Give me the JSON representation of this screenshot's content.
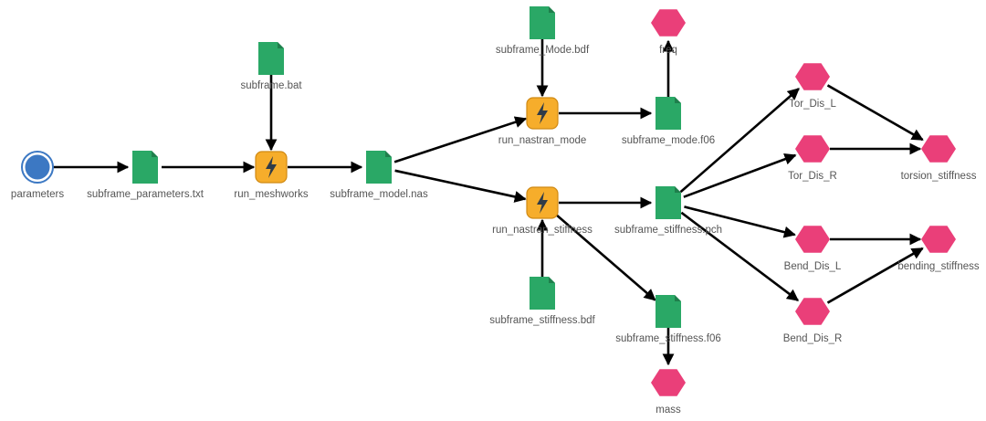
{
  "colors": {
    "file": "#2aa866",
    "file_fold": "#1f7f4c",
    "process": "#f6ad2b",
    "process_border": "#d08a14",
    "process_bolt": "#2f3b48",
    "output": "#ea3f79",
    "parameter": "#3c78c3",
    "edge": "#000000",
    "label": "#555555"
  },
  "nodes": [
    {
      "id": "parameters",
      "type": "parameter",
      "label": "parameters",
      "icon": "circle-icon"
    },
    {
      "id": "subframe_parameters_txt",
      "type": "file",
      "label": "subframe_parameters.txt",
      "icon": "file-icon"
    },
    {
      "id": "subframe_bat",
      "type": "file",
      "label": "subframe.bat",
      "icon": "file-icon"
    },
    {
      "id": "run_meshworks",
      "type": "process",
      "label": "run_meshworks",
      "icon": "lightning-icon"
    },
    {
      "id": "subframe_model_nas",
      "type": "file",
      "label": "subframe_model.nas",
      "icon": "file-icon"
    },
    {
      "id": "subframe_mode_bdf",
      "type": "file",
      "label": "subframe_Mode.bdf",
      "icon": "file-icon"
    },
    {
      "id": "run_nastran_mode",
      "type": "process",
      "label": "run_nastran_mode",
      "icon": "lightning-icon"
    },
    {
      "id": "subframe_mode_f06",
      "type": "file",
      "label": "subframe_mode.f06",
      "icon": "file-icon"
    },
    {
      "id": "freq",
      "type": "output",
      "label": "freq",
      "icon": "hexagon-icon"
    },
    {
      "id": "run_nastran_stiffness",
      "type": "process",
      "label": "run_nastran_stiffness",
      "icon": "lightning-icon"
    },
    {
      "id": "subframe_stiffness_bdf",
      "type": "file",
      "label": "subframe_stiffness.bdf",
      "icon": "file-icon"
    },
    {
      "id": "subframe_stiffness_pch",
      "type": "file",
      "label": "subframe_stiffness.pch",
      "icon": "file-icon"
    },
    {
      "id": "subframe_stiffness_f06",
      "type": "file",
      "label": "subframe_stiffness.f06",
      "icon": "file-icon"
    },
    {
      "id": "mass",
      "type": "output",
      "label": "mass",
      "icon": "hexagon-icon"
    },
    {
      "id": "tor_dis_l",
      "type": "output",
      "label": "Tor_Dis_L",
      "icon": "hexagon-icon"
    },
    {
      "id": "tor_dis_r",
      "type": "output",
      "label": "Tor_Dis_R",
      "icon": "hexagon-icon"
    },
    {
      "id": "torsion_stiffness",
      "type": "output",
      "label": "torsion_stiffness",
      "icon": "hexagon-icon"
    },
    {
      "id": "bend_dis_l",
      "type": "output",
      "label": "Bend_Dis_L",
      "icon": "hexagon-icon"
    },
    {
      "id": "bend_dis_r",
      "type": "output",
      "label": "Bend_Dis_R",
      "icon": "hexagon-icon"
    },
    {
      "id": "bending_stiffness",
      "type": "output",
      "label": "bending_stiffness",
      "icon": "hexagon-icon"
    }
  ],
  "edges": [
    {
      "from": "parameters",
      "to": "subframe_parameters_txt"
    },
    {
      "from": "subframe_parameters_txt",
      "to": "run_meshworks"
    },
    {
      "from": "subframe_bat",
      "to": "run_meshworks"
    },
    {
      "from": "run_meshworks",
      "to": "subframe_model_nas"
    },
    {
      "from": "subframe_model_nas",
      "to": "run_nastran_mode"
    },
    {
      "from": "subframe_model_nas",
      "to": "run_nastran_stiffness"
    },
    {
      "from": "subframe_mode_bdf",
      "to": "run_nastran_mode"
    },
    {
      "from": "run_nastran_mode",
      "to": "subframe_mode_f06"
    },
    {
      "from": "subframe_mode_f06",
      "to": "freq"
    },
    {
      "from": "subframe_stiffness_bdf",
      "to": "run_nastran_stiffness"
    },
    {
      "from": "run_nastran_stiffness",
      "to": "subframe_stiffness_pch"
    },
    {
      "from": "run_nastran_stiffness",
      "to": "subframe_stiffness_f06"
    },
    {
      "from": "subframe_stiffness_f06",
      "to": "mass"
    },
    {
      "from": "subframe_stiffness_pch",
      "to": "tor_dis_l"
    },
    {
      "from": "subframe_stiffness_pch",
      "to": "tor_dis_r"
    },
    {
      "from": "subframe_stiffness_pch",
      "to": "bend_dis_l"
    },
    {
      "from": "subframe_stiffness_pch",
      "to": "bend_dis_r"
    },
    {
      "from": "tor_dis_l",
      "to": "torsion_stiffness"
    },
    {
      "from": "tor_dis_r",
      "to": "torsion_stiffness"
    },
    {
      "from": "bend_dis_l",
      "to": "bending_stiffness"
    },
    {
      "from": "bend_dis_r",
      "to": "bending_stiffness"
    }
  ]
}
